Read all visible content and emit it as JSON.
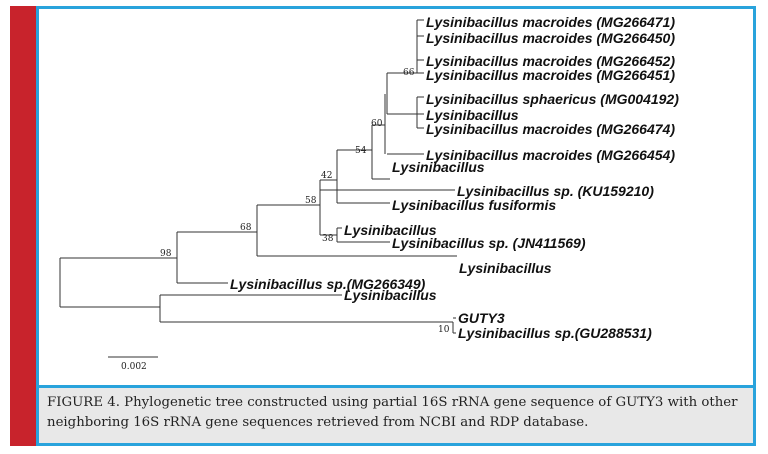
{
  "colors": {
    "accent_bar": "#c8232c",
    "frame": "#29a3dc",
    "caption_bg": "#e8e8e8"
  },
  "tree": {
    "leaves": [
      "Lysinibacillus macroides (MG266471)",
      "Lysinibacillus macroides (MG266450)",
      "Lysinibacillus macroides (MG266452)",
      "Lysinibacillus macroides (MG266451)",
      "Lysinibacillus sphaericus (MG004192)",
      "Lysinibacillus",
      "Lysinibacillus macroides (MG266474)",
      "Lysinibacillus macroides (MG266454)",
      "Lysinibacillus",
      "Lysinibacillus sp. (KU159210)",
      "Lysinibacillus fusiformis",
      "Lysinibacillus",
      "Lysinibacillus sp. (JN411569)",
      "Lysinibacillus",
      "Lysinibacillus sp.(MG266349)",
      "Lysinibacillus",
      "GUTY3",
      "Lysinibacillus sp.(GU288531)"
    ],
    "bootstrap": [
      "66",
      "60",
      "54",
      "42",
      "58",
      "38",
      "68",
      "98",
      "10"
    ],
    "scale_bar_label": "0.002"
  },
  "caption": "FIGURE 4. Phylogenetic tree constructed using partial 16S rRNA gene sequence of GUTY3 with other neighboring 16S rRNA gene sequences retrieved from NCBI and RDP database."
}
